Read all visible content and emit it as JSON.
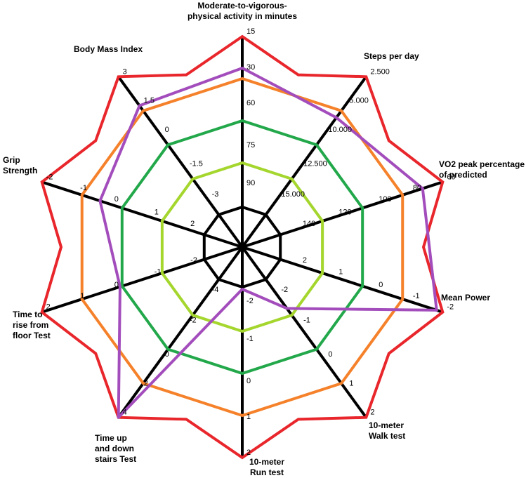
{
  "chart_data": {
    "type": "radar",
    "axes": [
      {
        "label": [
          "Moderate-to-vigorous-",
          "physical activity in minutes"
        ],
        "ticks": [
          "15",
          "30",
          "60",
          "75",
          "90"
        ]
      },
      {
        "label": [
          "Steps per day"
        ],
        "ticks": [
          "2.500",
          "5.000",
          "10.000",
          "12.500",
          "15.000"
        ]
      },
      {
        "label": [
          "VO2 peak percentage",
          "of predicted"
        ],
        "ticks": [
          "60",
          "80",
          "100",
          "120",
          "140"
        ]
      },
      {
        "label": [
          "Mean Power"
        ],
        "ticks": [
          "-2",
          "-1",
          "0",
          "1",
          "2"
        ]
      },
      {
        "label": [
          "10-meter",
          "Walk test"
        ],
        "ticks": [
          "2",
          "1",
          "0",
          "-1",
          "-2"
        ]
      },
      {
        "label": [
          "10-meter",
          "Run test"
        ],
        "ticks": [
          "2",
          "1",
          "0",
          "-1",
          "-2"
        ]
      },
      {
        "label": [
          "Time up",
          "and down",
          "stairs Test"
        ],
        "ticks": [
          "4",
          "2",
          "0",
          "-2",
          "-4"
        ]
      },
      {
        "label": [
          "Time to",
          "rise from",
          "floor Test"
        ],
        "ticks": [
          "2",
          "1",
          "0",
          "-1",
          "-2"
        ]
      },
      {
        "label": [
          "Grip",
          "Strength"
        ],
        "ticks": [
          "-2",
          "-1",
          "0",
          "1",
          "2"
        ]
      },
      {
        "label": [
          "Body Mass Index"
        ],
        "ticks": [
          "3",
          "1.5",
          "0",
          "-1.5",
          "-3"
        ]
      }
    ],
    "rings": [
      {
        "color": "#e8262b",
        "values": [
          1,
          1,
          1,
          1,
          1,
          1,
          1,
          1,
          1,
          1
        ]
      },
      {
        "color": "#f5812a",
        "values": [
          0.8,
          0.8,
          0.8,
          0.8,
          0.8,
          0.8,
          0.8,
          0.8,
          0.8,
          0.8
        ]
      },
      {
        "color": "#22a84a",
        "values": [
          0.6,
          0.6,
          0.6,
          0.6,
          0.6,
          0.6,
          0.6,
          0.6,
          0.6,
          0.6
        ]
      },
      {
        "color": "#a4d62d",
        "values": [
          0.4,
          0.4,
          0.4,
          0.4,
          0.4,
          0.4,
          0.4,
          0.4,
          0.4,
          0.4
        ]
      }
    ],
    "series": [
      {
        "color": "#a34dbc",
        "values": [
          0.85,
          0.76,
          0.9,
          0.97,
          0.36,
          0.2,
          1.0,
          0.61,
          0.71,
          0.83
        ]
      }
    ]
  }
}
